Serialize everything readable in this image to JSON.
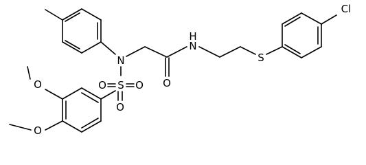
{
  "labels": {
    "n_amine": "N",
    "n_amide": "N",
    "h_amide": "H",
    "s_sulfonyl": "S",
    "o_sulfonyl_left": "O",
    "o_sulfonyl_right": "O",
    "o_carbonyl": "O",
    "s_thioether": "S",
    "cl": "Cl",
    "o_methoxy_upper": "O",
    "o_methoxy_lower": "O"
  },
  "colors": {
    "bond": "#000000",
    "label": "#000000",
    "background": "#ffffff"
  }
}
